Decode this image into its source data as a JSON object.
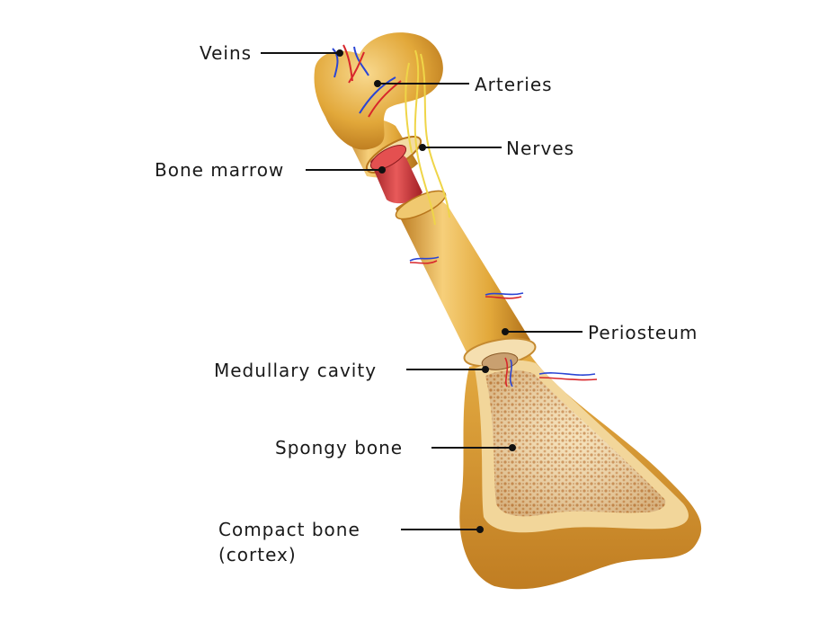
{
  "labels": {
    "veins": "Veins",
    "arteries": "Arteries",
    "nerves": "Nerves",
    "bone_marrow": "Bone marrow",
    "periosteum": "Periosteum",
    "medullary_cavity": "Medullary cavity",
    "spongy_bone": "Spongy bone",
    "compact_bone_line1": "Compact bone",
    "compact_bone_line2": "(cortex)"
  },
  "colors": {
    "bone": "#e2a83a",
    "bone_light": "#f6cf7a",
    "bone_dark": "#b8761c",
    "cortex_cut": "#f3dca4",
    "spongy": "#dfa86a",
    "marrow": "#d63a3a",
    "vein": "#2b45d4",
    "artery": "#d8262b",
    "nerve": "#efd548",
    "leader": "#111111"
  }
}
